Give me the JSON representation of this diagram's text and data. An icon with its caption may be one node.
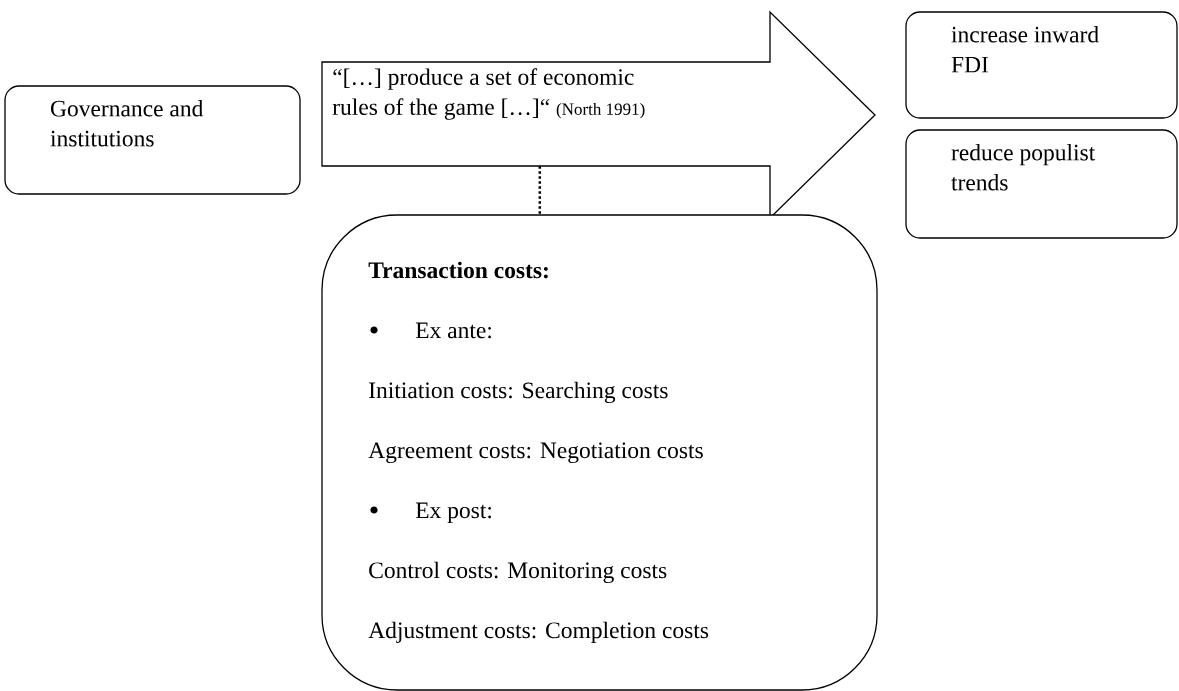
{
  "diagram": {
    "nodes": [
      {
        "text": [
          "Governance and institutions"
        ]
      },
      {
        "text": [
          "“[…] produce a set of economic rules of the game […]“",
          "(North 1991)"
        ]
      },
      {
        "text": [
          "increase inward FDI"
        ]
      },
      {
        "text": [
          "reduce populist trends"
        ]
      },
      {
        "text": [
          "Transaction costs:",
          "Ex ante:",
          "Initiation costs: Searching costs",
          "Agreement costs: Negotiation costs",
          "Ex post:",
          "Control costs: Monitoring costs",
          "Adjustment costs: Completion costs"
        ]
      }
    ],
    "edges": [
      {
        "from": 1,
        "to": 4,
        "arrow": "none",
        "style": "dashed"
      }
    ]
  }
}
